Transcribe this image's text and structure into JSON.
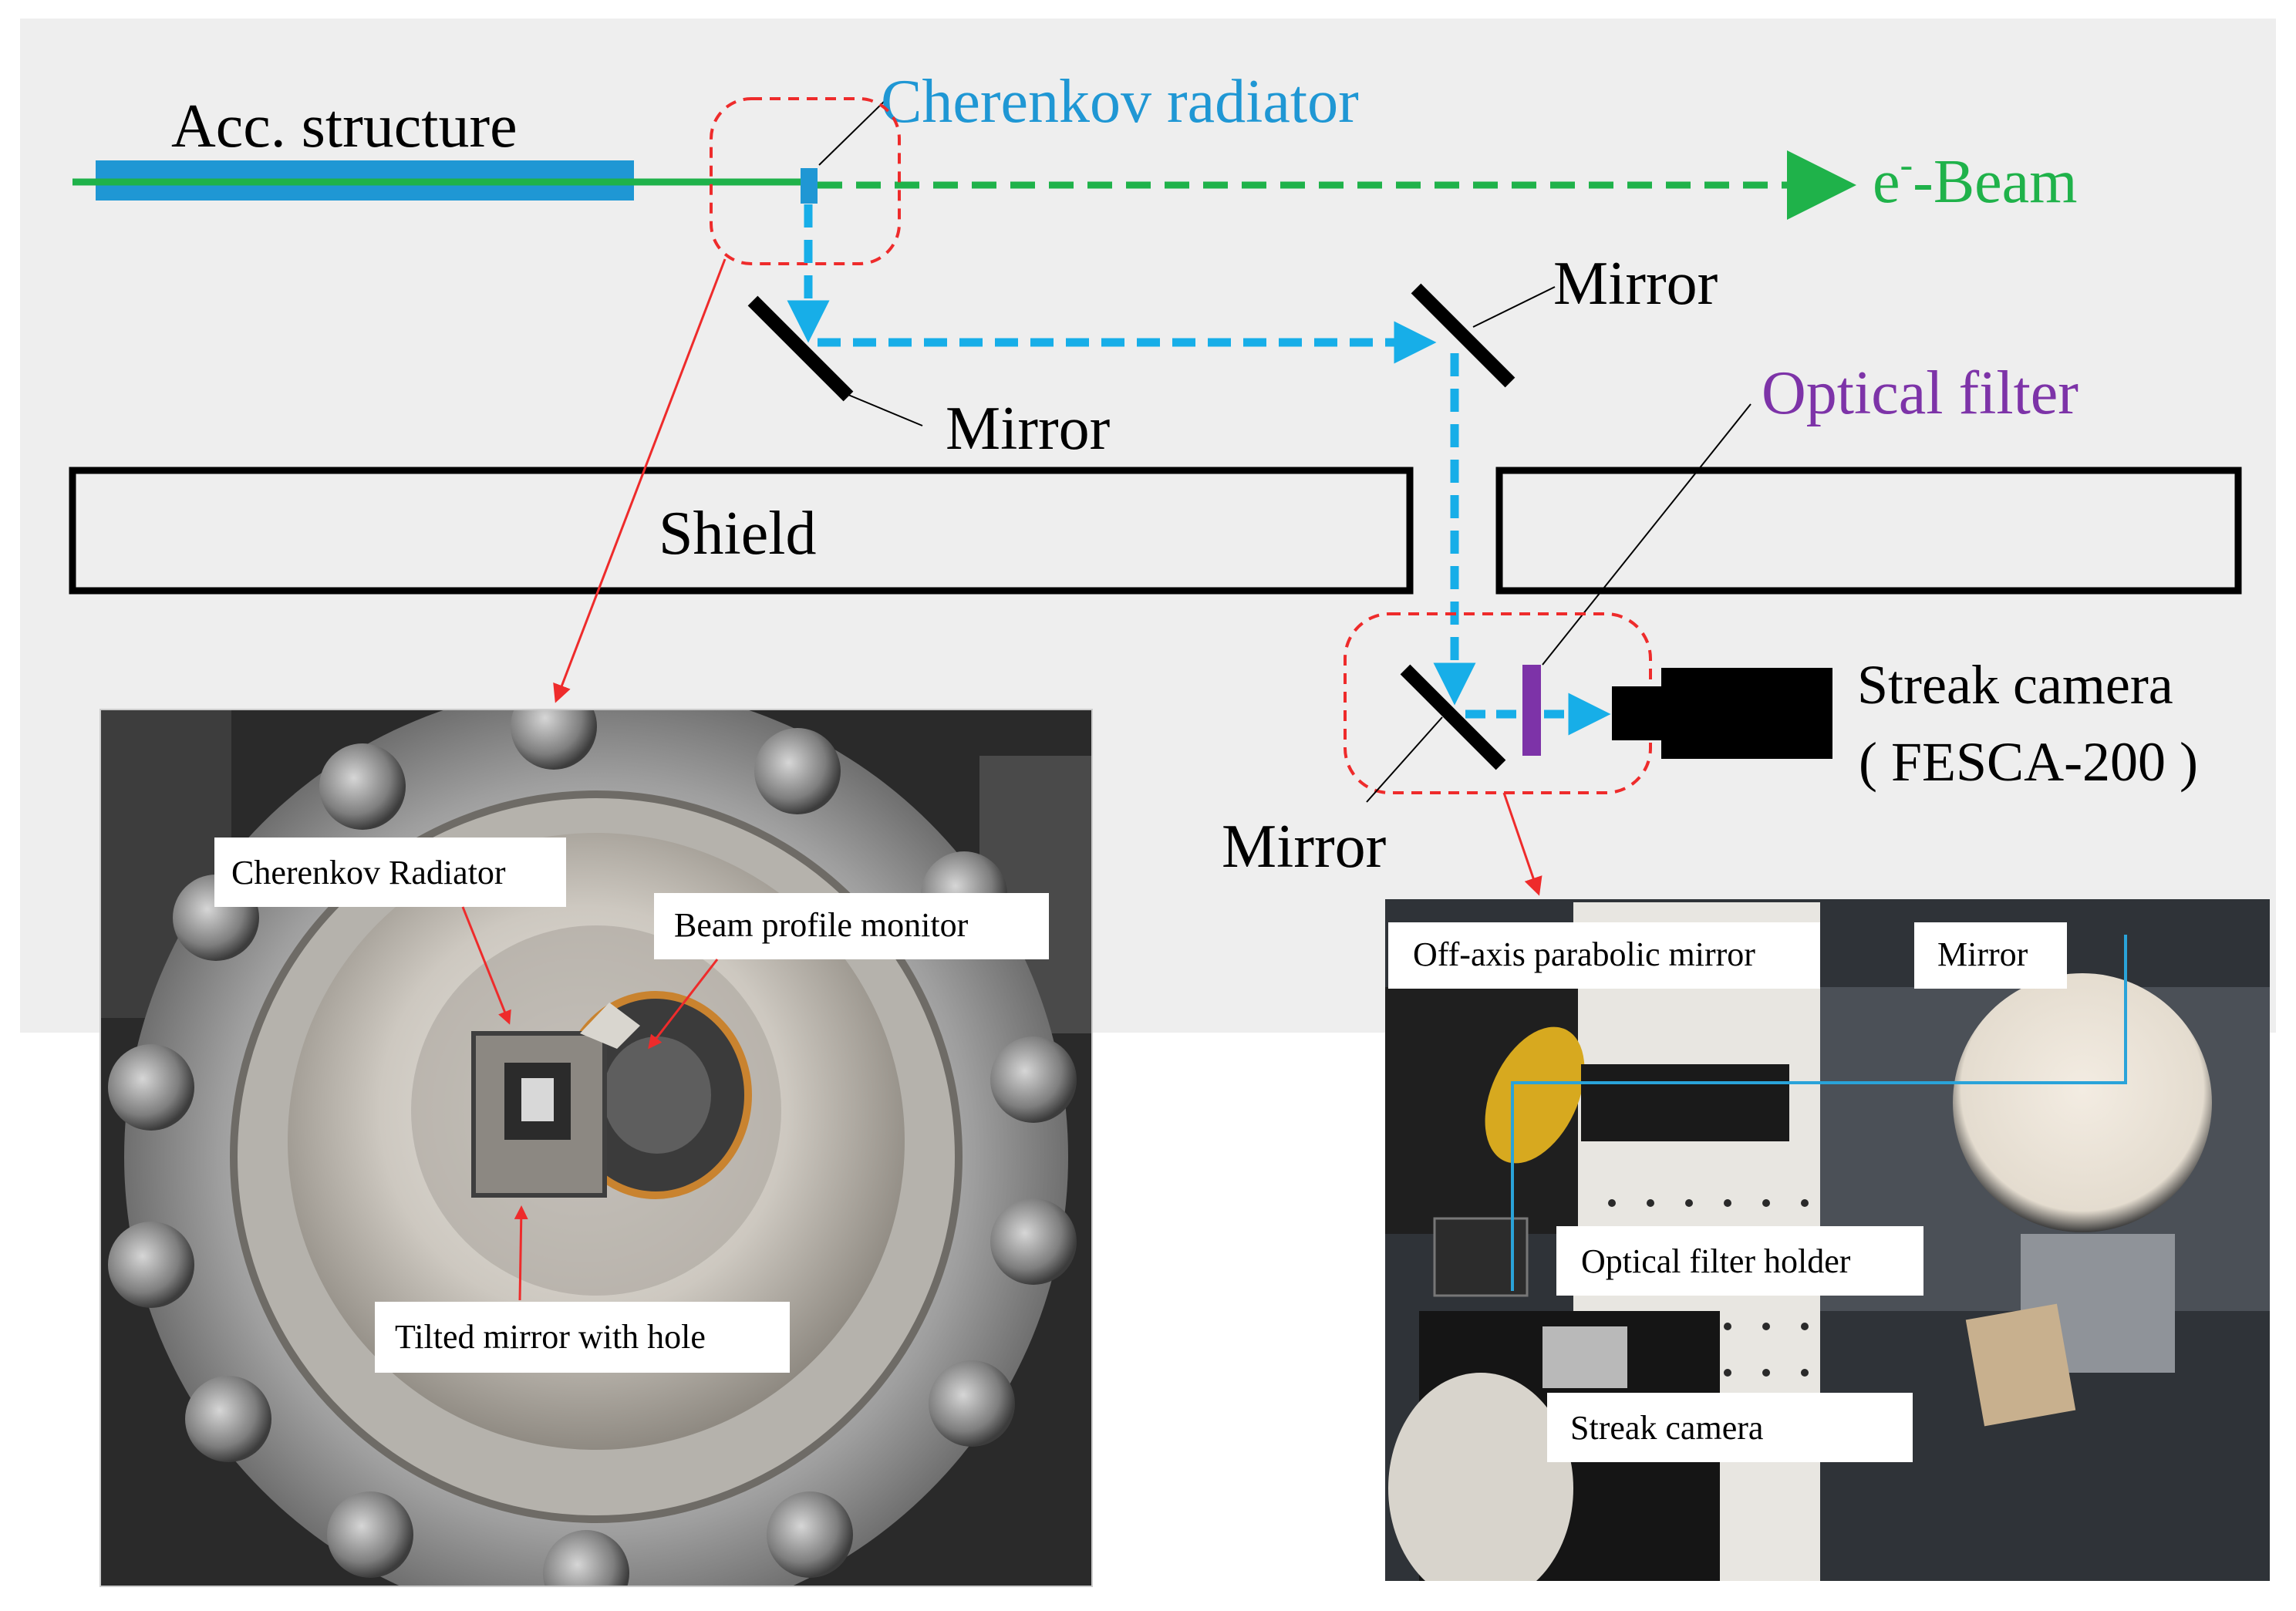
{
  "colors": {
    "panel_bg": "#eeeeee",
    "structure_blue": "#1f97d4",
    "beam_green": "#1fb24a",
    "light_path_blue": "#17aee8",
    "filter_purple": "#7d33a8",
    "callout_red": "#ee2b2b",
    "ink": "#000000"
  },
  "schematic": {
    "acc_structure_label": "Acc. structure",
    "cherenkov_radiator_label": "Cherenkov radiator",
    "beam_label_prefix": "e",
    "beam_label_sup": "-",
    "beam_label_suffix": "-Beam",
    "mirror_label_1": "Mirror",
    "mirror_label_2": "Mirror",
    "mirror_label_3": "Mirror",
    "optical_filter_label": "Optical filter",
    "shield_label": "Shield",
    "streak_camera_label": "Streak camera",
    "streak_camera_model": "( FESCA-200 )"
  },
  "photo_left": {
    "label_cherenkov": "Cherenkov Radiator",
    "label_beam_profile": "Beam profile monitor",
    "label_tilted_mirror": "Tilted mirror with hole"
  },
  "photo_right": {
    "label_oap": "Off-axis parabolic mirror",
    "label_mirror": "Mirror",
    "label_filter_holder": "Optical filter holder",
    "label_streak": "Streak camera"
  }
}
